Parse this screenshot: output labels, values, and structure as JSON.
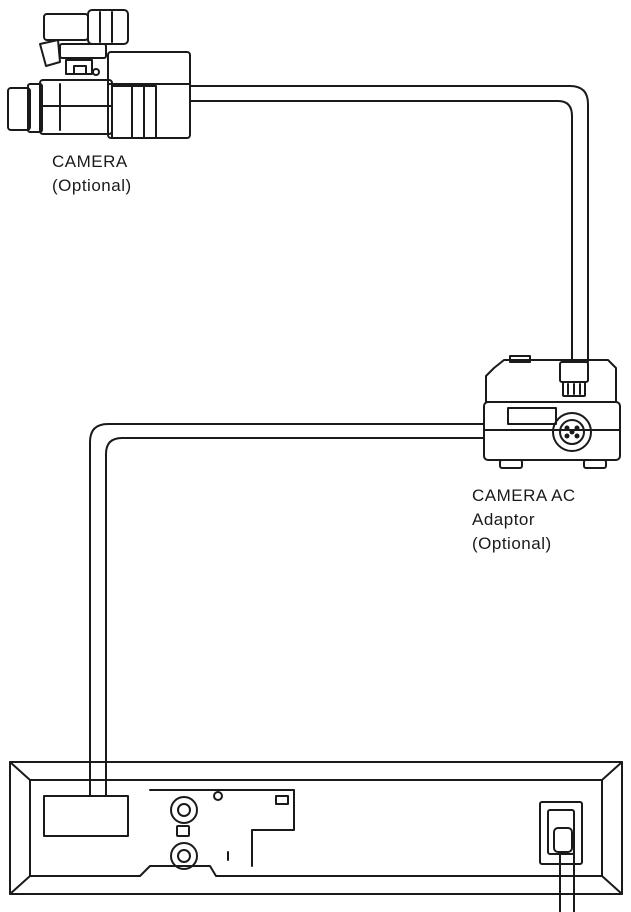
{
  "labels": {
    "camera_line1": "CAMERA",
    "camera_line2": "(Optional)",
    "adaptor_line1": "CAMERA AC",
    "adaptor_line2": "Adaptor",
    "adaptor_line3": "(Optional)"
  },
  "colors": {
    "ink": "#1a1a1a",
    "paper": "#ffffff"
  },
  "icons": [
    "camcorder-icon",
    "ac-adaptor-icon",
    "vcr-rear-panel-icon"
  ]
}
